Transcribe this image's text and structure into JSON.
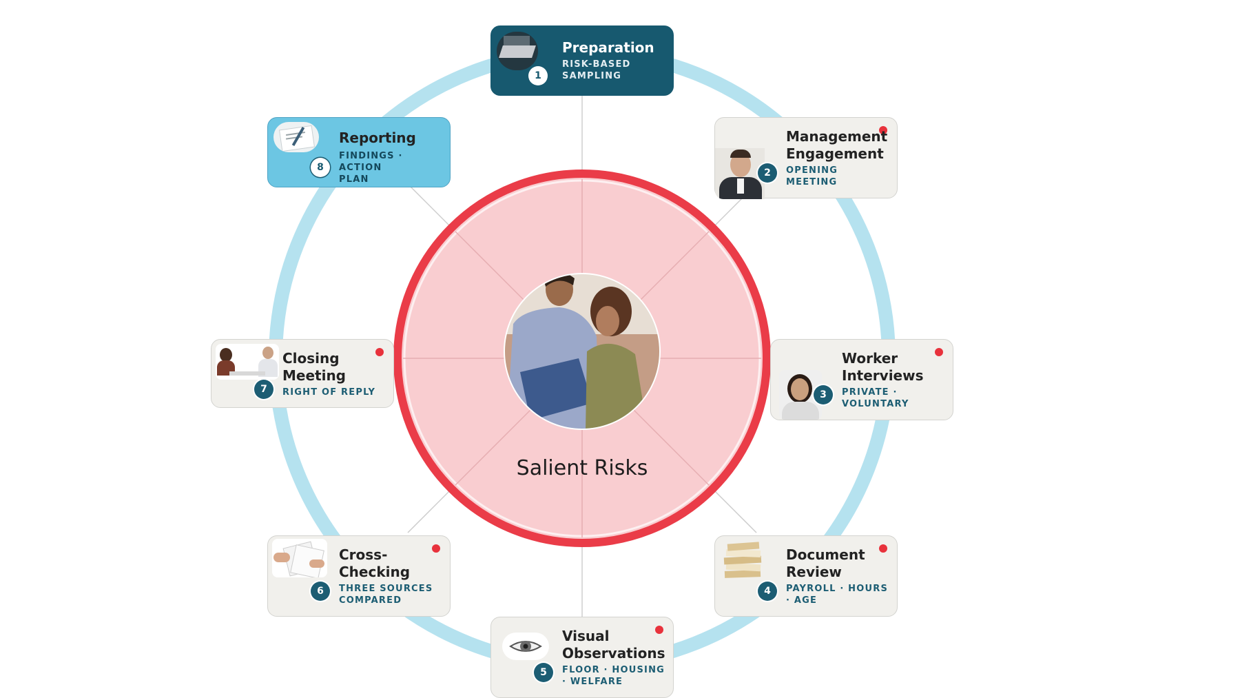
{
  "hub": {
    "label": "Salient Risks"
  },
  "colors": {
    "ring": "#b5e2ef",
    "hub_ring": "#ea3c48",
    "hub_fill": "#f8c9cc",
    "primary": "#17596f",
    "accent": "#6cc6e3",
    "flag": "#e8323c"
  },
  "steps": [
    {
      "number": "1",
      "title": "Preparation",
      "subtitle": "RISK-BASED SAMPLING",
      "icon": "laptop-photo",
      "flagged": false
    },
    {
      "number": "2",
      "title": "Management Engagement",
      "subtitle": "OPENING MEETING",
      "icon": "manager-portrait",
      "flagged": true
    },
    {
      "number": "3",
      "title": "Worker Interviews",
      "subtitle": "PRIVATE · VOLUNTARY",
      "icon": "worker-portrait",
      "flagged": true
    },
    {
      "number": "4",
      "title": "Document Review",
      "subtitle": "PAYROLL · HOURS · AGE",
      "icon": "document-stack",
      "flagged": true
    },
    {
      "number": "5",
      "title": "Visual Observations",
      "subtitle": "FLOOR · HOUSING · WELFARE",
      "icon": "eye",
      "flagged": true
    },
    {
      "number": "6",
      "title": "Cross-Checking",
      "subtitle": "THREE SOURCES COMPARED",
      "icon": "papers-hands",
      "flagged": true
    },
    {
      "number": "7",
      "title": "Closing Meeting",
      "subtitle": "RIGHT OF REPLY",
      "icon": "meeting-photo",
      "flagged": true
    },
    {
      "number": "8",
      "title": "Reporting",
      "subtitle": "FINDINGS · ACTION PLAN",
      "icon": "signing-document",
      "flagged": false
    }
  ]
}
